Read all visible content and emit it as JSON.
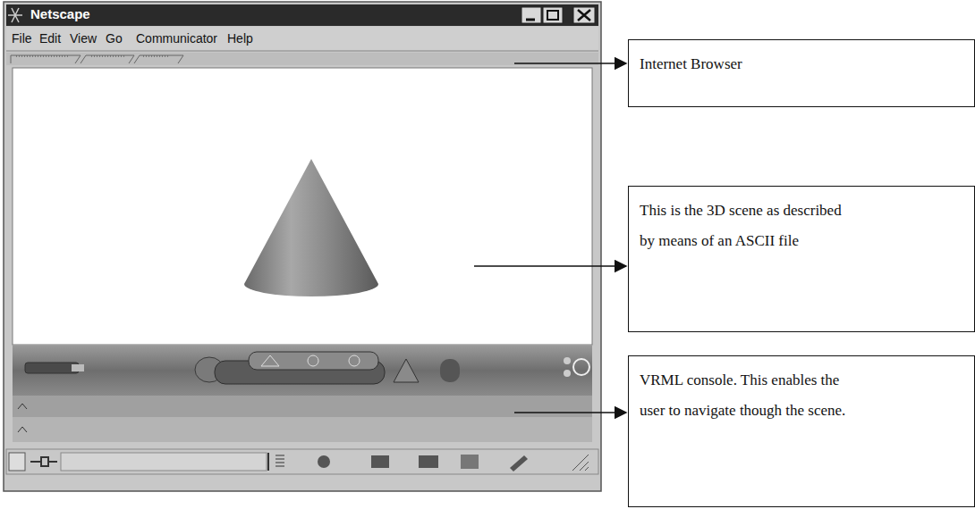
{
  "diagram": {
    "nodes": [
      {
        "text": [
          "Internet Browser"
        ]
      },
      {
        "text": [
          "This is the 3D scene as described by means of an ASCII file"
        ]
      },
      {
        "text": [
          "VRML console. This enables the user to navigate though the scene."
        ]
      }
    ],
    "labels": [
      "Netscape",
      "File",
      "Edit",
      "View",
      "Go",
      "Communicator",
      "Help"
    ]
  }
}
